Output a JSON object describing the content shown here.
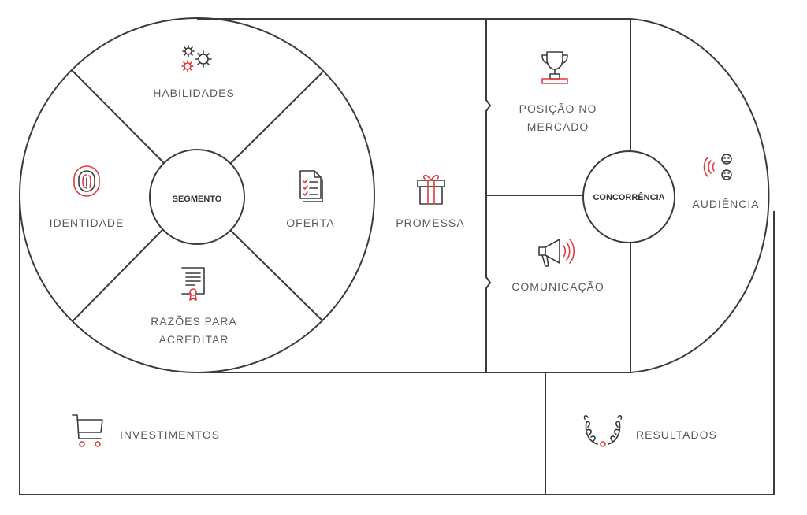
{
  "labels": {
    "habilidades": "HABILIDADES",
    "identidade": "IDENTIDADE",
    "segmento": "SEGMENTO",
    "oferta": "OFERTA",
    "razoes_line1": "RAZÕES PARA",
    "razoes_line2": "ACREDITAR",
    "promessa": "PROMESSA",
    "posicao_line1": "POSIÇÃO NO",
    "posicao_line2": "MERCADO",
    "concorrencia": "CONCORRÊNCIA",
    "comunicacao": "COMUNICAÇÃO",
    "audiencia": "AUDIÊNCIA",
    "investimentos": "INVESTIMENTOS",
    "resultados": "RESULTADOS"
  },
  "colors": {
    "line": "#3b3b3b",
    "text": "#555a5f",
    "accent": "#e0393e"
  },
  "icons": {
    "habilidades": "gears-icon",
    "identidade": "fingerprint-icon",
    "oferta": "document-checklist-icon",
    "razoes": "certificate-icon",
    "promessa": "gift-icon",
    "posicao": "trophy-icon",
    "comunicacao": "megaphone-icon",
    "audiencia": "audience-faces-icon",
    "investimentos": "shopping-cart-icon",
    "resultados": "laurel-wreath-icon"
  }
}
